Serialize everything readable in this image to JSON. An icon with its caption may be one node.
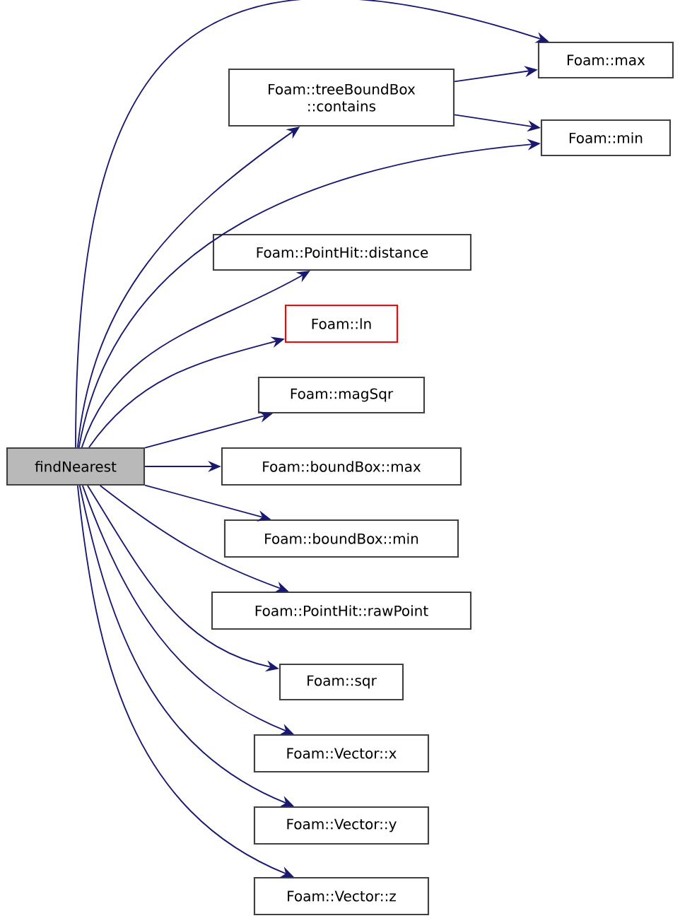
{
  "diagram": {
    "nodes": [
      {
        "text": [
          "findNearest"
        ]
      },
      {
        "text": [
          "Foam::treeBoundBox ::contains"
        ]
      },
      {
        "text": [
          "Foam::max"
        ]
      },
      {
        "text": [
          "Foam::min"
        ]
      },
      {
        "text": [
          "Foam::PointHit::distance"
        ]
      },
      {
        "text": [
          "Foam::ln"
        ]
      },
      {
        "text": [
          "Foam::magSqr"
        ]
      },
      {
        "text": [
          "Foam::boundBox::max"
        ]
      },
      {
        "text": [
          "Foam::boundBox::min"
        ]
      },
      {
        "text": [
          "Foam::PointHit::rawPoint"
        ]
      },
      {
        "text": [
          "Foam::sqr"
        ]
      },
      {
        "text": [
          "Foam::Vector::x"
        ]
      },
      {
        "text": [
          "Foam::Vector::y"
        ]
      },
      {
        "text": [
          "Foam::Vector::z"
        ]
      }
    ],
    "edges": [
      {
        "from": 0,
        "to": 2,
        "arrow": "to"
      },
      {
        "from": 0,
        "to": 1,
        "arrow": "to"
      },
      {
        "from": 1,
        "to": 2,
        "arrow": "to"
      },
      {
        "from": 1,
        "to": 3,
        "arrow": "to"
      },
      {
        "from": 0,
        "to": 3,
        "arrow": "to"
      },
      {
        "from": 0,
        "to": 4,
        "arrow": "to"
      },
      {
        "from": 0,
        "to": 5,
        "arrow": "to"
      },
      {
        "from": 0,
        "to": 6,
        "arrow": "to"
      },
      {
        "from": 0,
        "to": 7,
        "arrow": "to"
      },
      {
        "from": 0,
        "to": 8,
        "arrow": "to"
      },
      {
        "from": 0,
        "to": 9,
        "arrow": "to"
      },
      {
        "from": 0,
        "to": 10,
        "arrow": "to"
      },
      {
        "from": 0,
        "to": 11,
        "arrow": "to"
      },
      {
        "from": 0,
        "to": 12,
        "arrow": "to"
      },
      {
        "from": 0,
        "to": 13,
        "arrow": "to"
      }
    ]
  }
}
